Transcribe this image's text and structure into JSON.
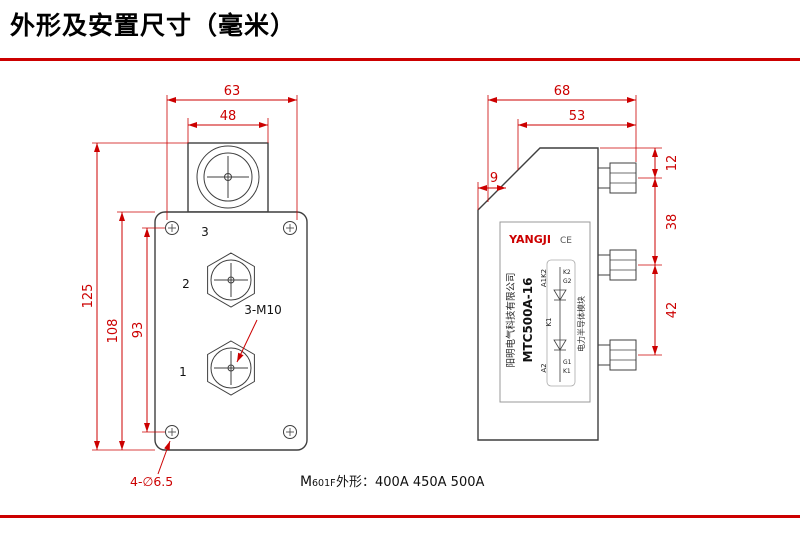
{
  "page": {
    "title": "外形及安置尺寸（毫米）",
    "accent_color": "#cc0000"
  },
  "front_view": {
    "dim_width_top": "63",
    "dim_width_block": "48",
    "dim_height_overall": "125",
    "dim_height_body": "108",
    "dim_hole_spacing": "93",
    "terminal_3": "3",
    "terminal_2": "2",
    "terminal_1": "1",
    "thread_note": "3-M10",
    "hole_note": "4-∅6.5"
  },
  "side_view": {
    "dim_depth_overall": "68",
    "dim_depth_body": "53",
    "dim_offset": "9",
    "dim_top": "12",
    "dim_mid": "38",
    "dim_bottom": "42",
    "sticker": {
      "brand": "YANGJI",
      "ce": "CE",
      "company": "阳明电气科技有限公司",
      "model": "MTC500A-16",
      "product": "电力半导体模块"
    },
    "schematic": {
      "a1k2": "A1K2",
      "k1": "K1",
      "a2": "A2",
      "k2": "K2",
      "g2": "G2",
      "g1": "G1",
      "k1b": "K1"
    }
  },
  "footer": {
    "m": "M",
    "sub": "601F",
    "rest": "外形：400A 450A 500A"
  }
}
